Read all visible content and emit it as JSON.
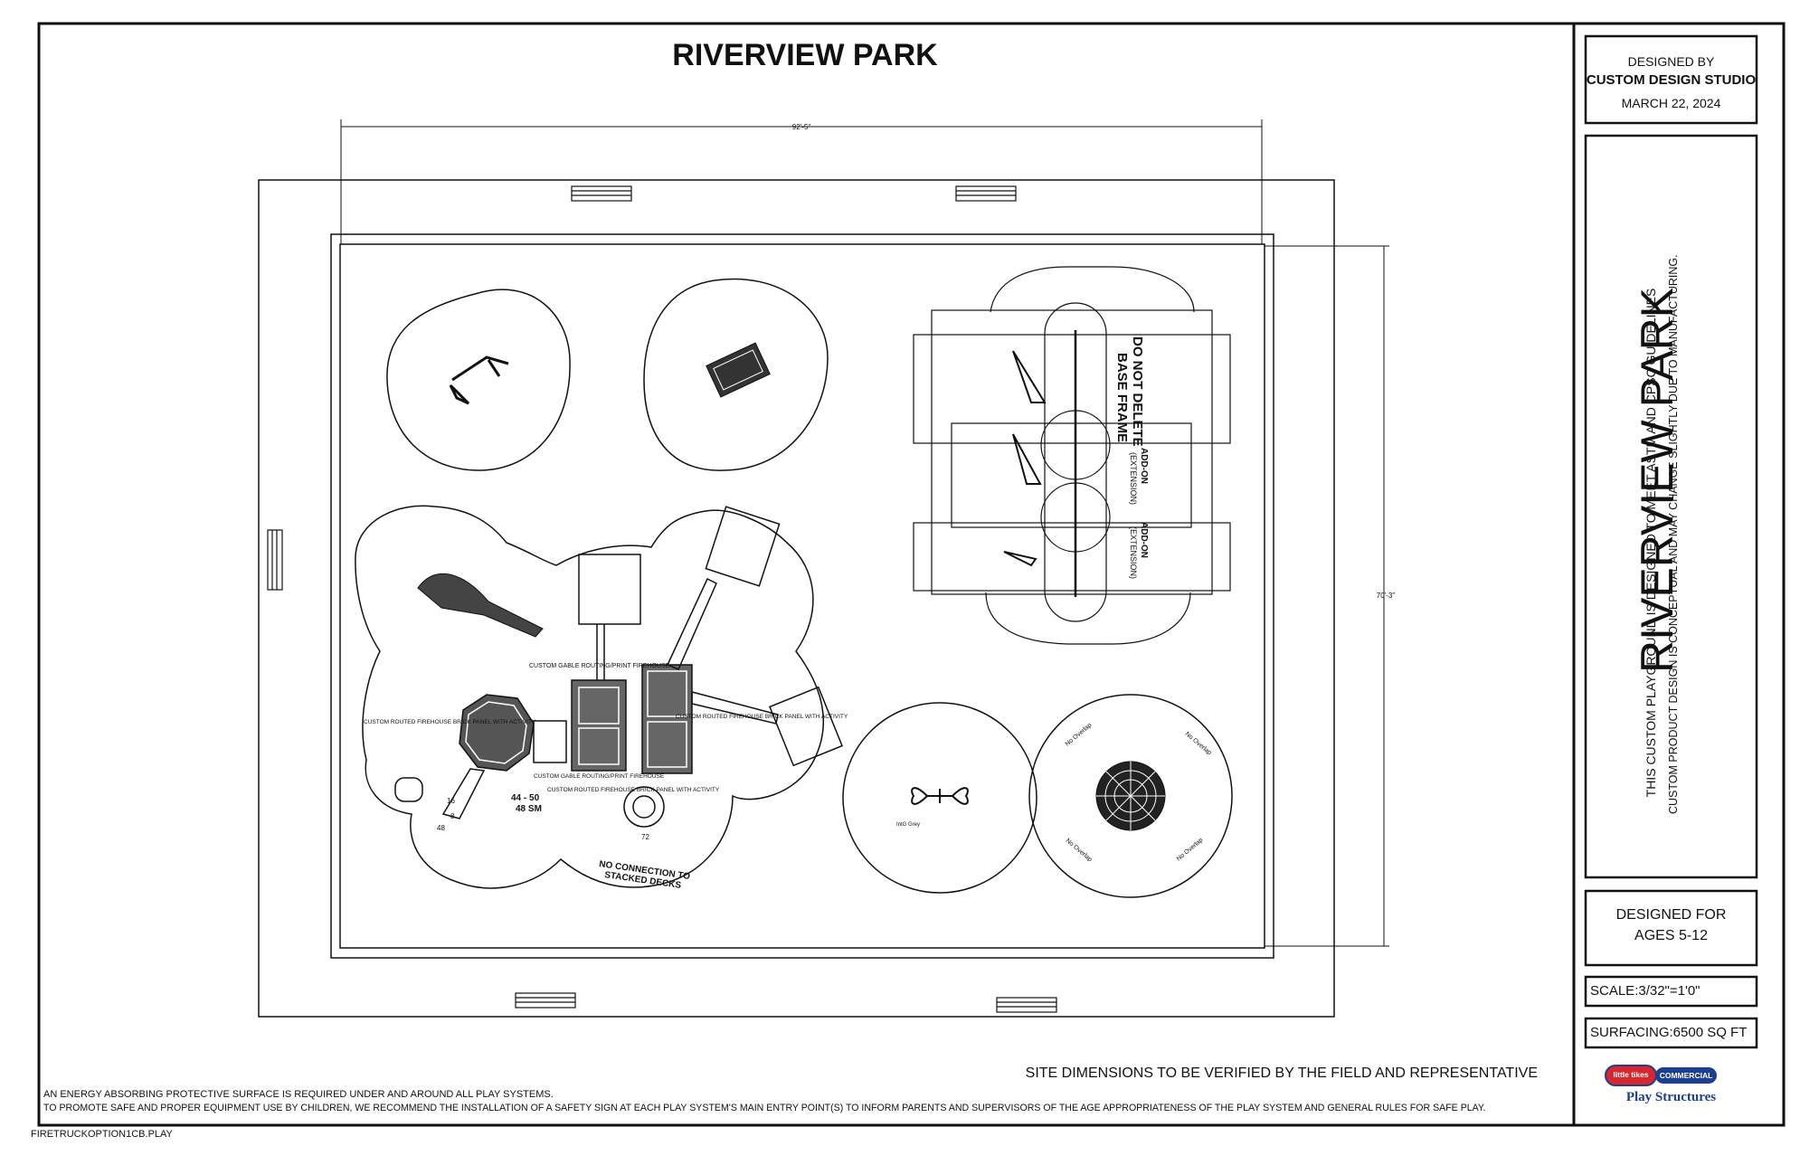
{
  "title": "RIVERVIEW PARK",
  "dimensions": {
    "width": "92'-5\"",
    "height": "70'-3\""
  },
  "title_block": {
    "designed_by_label": "DESIGNED BY",
    "designer": "CUSTOM DESIGN STUDIO",
    "date": "MARCH 22, 2024",
    "vertical_title": "RIVERVIEW PARK",
    "guideline_line1": "THIS CUSTOM PLAYGROUND IS DESIGNED TO MEET ASTM AND CPSC GUIDELINES",
    "guideline_line2": "CUSTOM PRODUCT DESIGN IS CONCEPTUAL AND MAY CHANGE SLIGHTLY DUE TO MANUFACTURING.",
    "designed_for_label": "DESIGNED FOR",
    "ages": "AGES 5-12",
    "scale": "SCALE:3/32\"=1'0\"",
    "surfacing": "SURFACING:6500 SQ FT",
    "logo_brand": "little tikes",
    "logo_commercial": "COMMERCIAL",
    "logo_sub": "Play Structures"
  },
  "labels": {
    "firehouse_top": "CUSTOM GABLE ROUTING/PRINT FIREHOUSE",
    "firehouse_left": "CUSTOM ROUTED FIREHOUSE BRICK PANEL WITH ACTIVITY",
    "firehouse_right": "CUSTOM ROUTED FIREHOUSE BRICK PANEL WITH ACTIVITY",
    "gable_bottom": "CUSTOM GABLE ROUTING/PRINT FIREHOUSE",
    "brick_bottom": "CUSTOM ROUTED FIREHOUSE BRICK PANEL WITH ACTIVITY",
    "no_connection_1": "NO CONNECTION TO",
    "no_connection_2": "STACKED DECKS",
    "deck_44_50": "44 - 50",
    "deck_48sm": "48 SM",
    "deck_72": "72",
    "deck_48": "48",
    "deck_16": "16",
    "deck_8": "8",
    "swing_do_not_delete": "DO NOT DELETE",
    "swing_base_frame": "BASE FRAME",
    "swing_add_on_1": "ADD-ON",
    "swing_extension_1": "(EXTENSION)",
    "swing_add_on_2": "ADD-ON",
    "swing_extension_2": "(EXTENSION)",
    "no_overlap": "No Overlap",
    "spring_label": "IntG Grey"
  },
  "notes": {
    "site_dimensions": "SITE DIMENSIONS TO BE VERIFIED BY THE FIELD AND REPRESENTATIVE",
    "surface_note": "AN ENERGY ABSORBING PROTECTIVE SURFACE IS REQUIRED UNDER AND AROUND ALL PLAY SYSTEMS.",
    "safety_note": "TO PROMOTE SAFE AND PROPER EQUIPMENT USE BY CHILDREN, WE RECOMMEND THE INSTALLATION OF A SAFETY SIGN AT EACH PLAY SYSTEM'S MAIN ENTRY POINT(S) TO INFORM PARENTS AND SUPERVISORS OF THE AGE APPROPRIATENESS OF THE PLAY SYSTEM AND GENERAL RULES FOR SAFE PLAY.",
    "filename": "FIRETRUCKOPTION1CB.PLAY"
  },
  "colors": {
    "line": "#111111",
    "logo_red": "#d8262e",
    "logo_blue": "#1d3f8f",
    "background": "#ffffff"
  }
}
